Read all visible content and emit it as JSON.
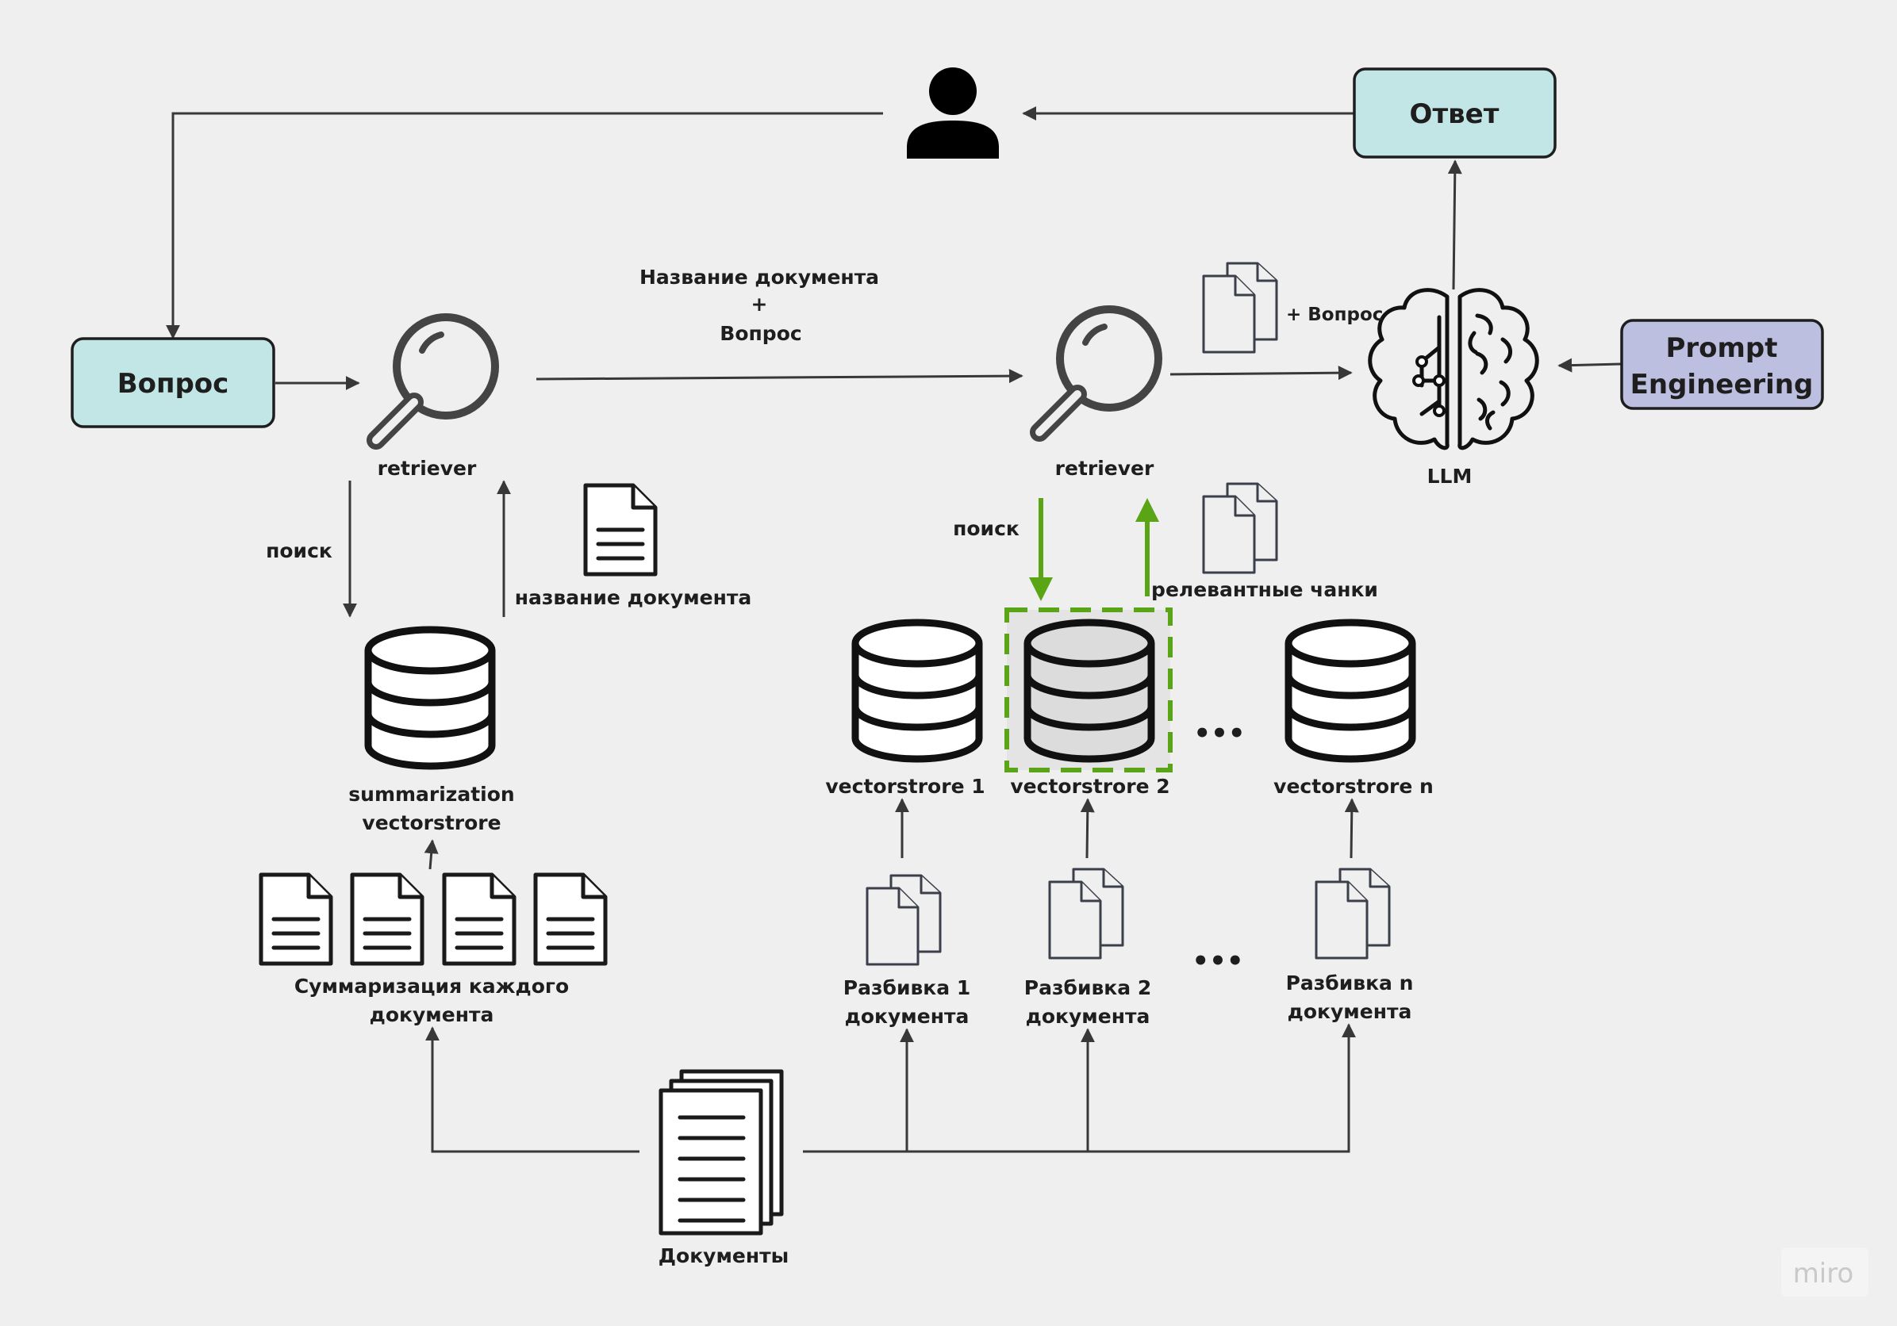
{
  "nodes": {
    "question_box": "Вопрос",
    "answer_box": "Ответ",
    "prompt_line1": "Prompt",
    "prompt_line2": "Engineering"
  },
  "labels": {
    "retriever_left": "retriever",
    "retriever_right": "retriever",
    "llm": "LLM",
    "top_line1": "Название документа",
    "top_line2": "+",
    "top_line3": "Вопрос",
    "plus_question": "+ Вопрос",
    "search_left": "поиск",
    "search_right": "поиск",
    "doc_title": "название документа",
    "relevant_chunks": "релевантные чанки",
    "summ_vs_line1": "summarization",
    "summ_vs_line2": "vectorstrore",
    "vs1": "vectorstrore 1",
    "vs2": "vectorstrore 2",
    "vsn": "vectorstrore n",
    "ellipsis_top": "•••",
    "ellipsis_bottom": "•••",
    "summ_each_line1": "Суммаризация каждого",
    "summ_each_line2": "документа",
    "split1_line1": "Разбивка 1",
    "split1_line2": "документа",
    "split2_line1": "Разбивка 2",
    "split2_line2": "документа",
    "splitn_line1": "Разбивка n",
    "splitn_line2": "документа",
    "documents": "Документы"
  },
  "watermark": "miro",
  "colors": {
    "background": "#efefef",
    "teal_box": "#c1e6e5",
    "purple_box": "#bdbfe1",
    "green_highlight": "#5aa516",
    "connector": "#383838"
  },
  "icons": [
    "user-icon",
    "magnifier-icon",
    "brain-icon",
    "database-icon",
    "document-icon",
    "documents-stack-icon",
    "chunks-icon"
  ]
}
